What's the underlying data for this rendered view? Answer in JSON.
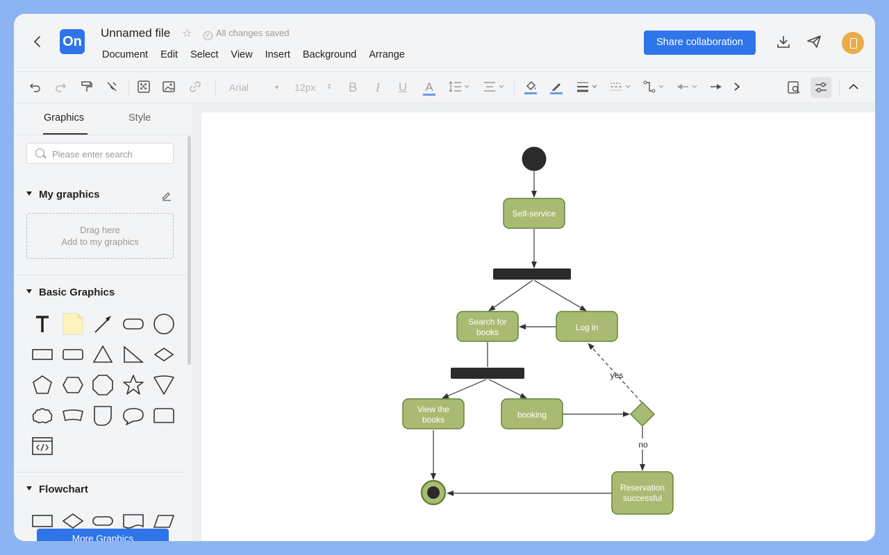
{
  "header": {
    "file_name": "Unnamed file",
    "save_status": "All changes saved",
    "share_button": "Share collaboration",
    "logo_text": "On",
    "menu": [
      "Document",
      "Edit",
      "Select",
      "View",
      "Insert",
      "Background",
      "Arrange"
    ]
  },
  "toolbar": {
    "font_family": "Arial",
    "font_size": "12px"
  },
  "sidebar": {
    "tabs": [
      "Graphics",
      "Style"
    ],
    "search_placeholder": "Please enter search",
    "my_graphics": {
      "title": "My graphics",
      "drop_line1": "Drag here",
      "drop_line2": "Add to my graphics"
    },
    "basic_graphics": {
      "title": "Basic Graphics"
    },
    "flowchart": {
      "title": "Flowchart"
    },
    "more_button": "More Graphics"
  },
  "diagram": {
    "nodes": {
      "self_service": "Self-service",
      "search_books_1": "Search for",
      "search_books_2": "books",
      "log_in": "Log in",
      "view_books_1": "View the",
      "view_books_2": "books",
      "booking": "booking",
      "reservation_1": "Reservation",
      "reservation_2": "successful"
    },
    "edge_labels": {
      "yes": "yes",
      "no": "no"
    },
    "colors": {
      "node_fill": "#a9bb73",
      "node_stroke": "#66823a",
      "bar_fill": "#2b2b2b"
    }
  }
}
